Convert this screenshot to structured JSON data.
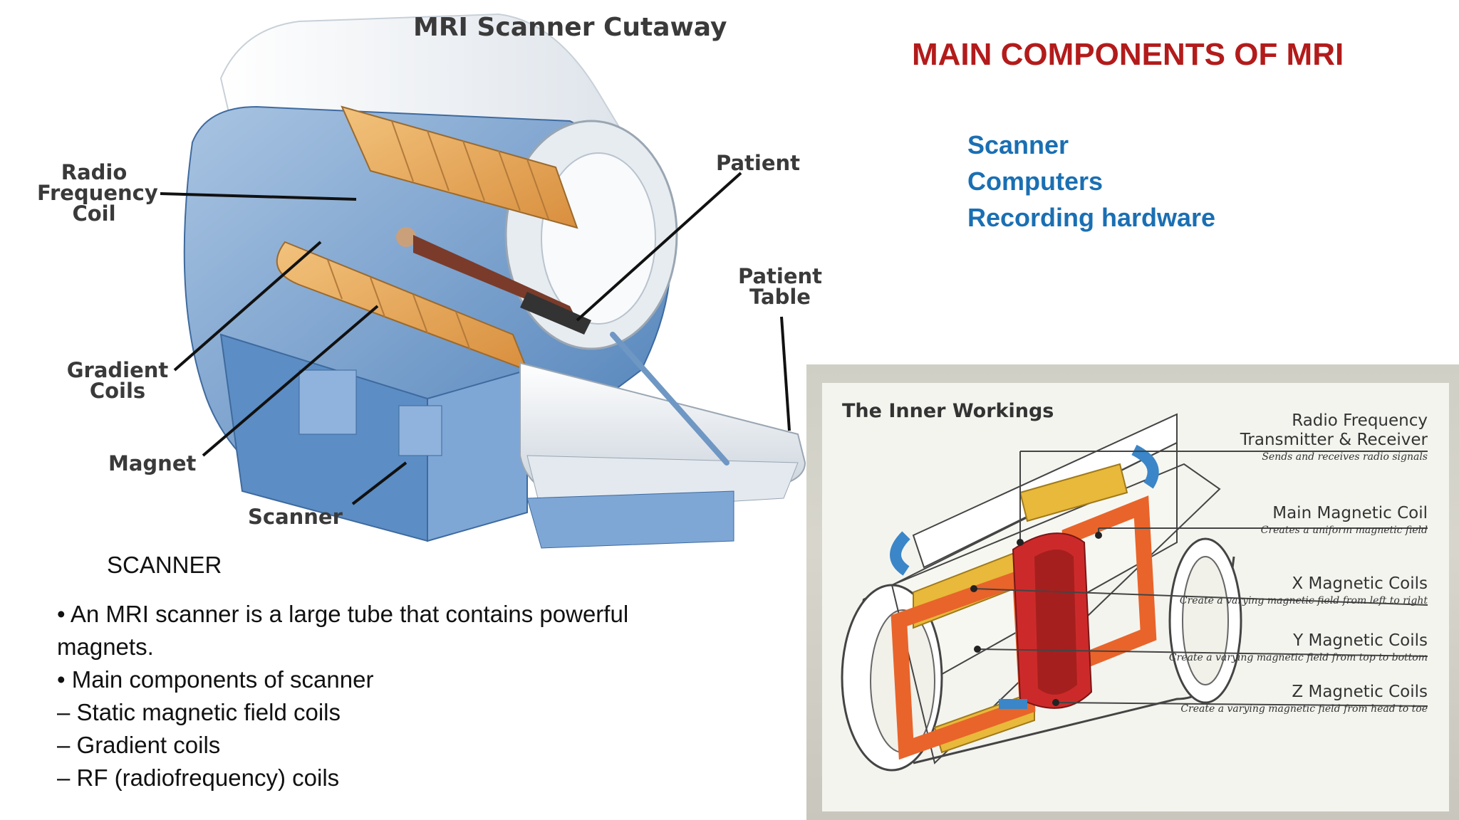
{
  "cutaway": {
    "title": "MRI Scanner Cutaway",
    "labels": {
      "rf_coil": [
        "Radio",
        "Frequency",
        "Coil"
      ],
      "patient": "Patient",
      "patient_table": [
        "Patient",
        "Table"
      ],
      "gradient_coils": [
        "Gradient",
        "Coils"
      ],
      "magnet": "Magnet",
      "scanner": "Scanner"
    }
  },
  "heading": "MAIN COMPONENTS OF MRI",
  "components": [
    "Scanner",
    "Computers",
    "Recording hardware"
  ],
  "scanner_section": {
    "heading": "SCANNER",
    "lines": [
      "• An MRI scanner is a large tube that contains powerful",
      "magnets.",
      "• Main components of scanner",
      "– Static magnetic field coils",
      "– Gradient coils",
      "– RF (radiofrequency) coils"
    ]
  },
  "inner_workings": {
    "title": "The Inner Workings",
    "labels": [
      {
        "heading": [
          "Radio Frequency",
          "Transmitter & Receiver"
        ],
        "desc": "Sends and receives radio signals"
      },
      {
        "heading": [
          "Main Magnetic Coil"
        ],
        "desc": "Creates a uniform magnetic field"
      },
      {
        "heading": [
          "X Magnetic Coils"
        ],
        "desc": "Create a varying magnetic field from left to right"
      },
      {
        "heading": [
          "Y Magnetic Coils"
        ],
        "desc": "Create a varying magnetic field from top to bottom"
      },
      {
        "heading": [
          "Z Magnetic Coils"
        ],
        "desc": "Create a varying magnetic field from head to toe"
      }
    ]
  },
  "colors": {
    "heading_red": "#b31b1b",
    "list_blue": "#1a6fb3",
    "magnet_blue": "#5b8fc7",
    "coil_orange": "#e39a4c",
    "coil_red": "#cc2a2a"
  }
}
